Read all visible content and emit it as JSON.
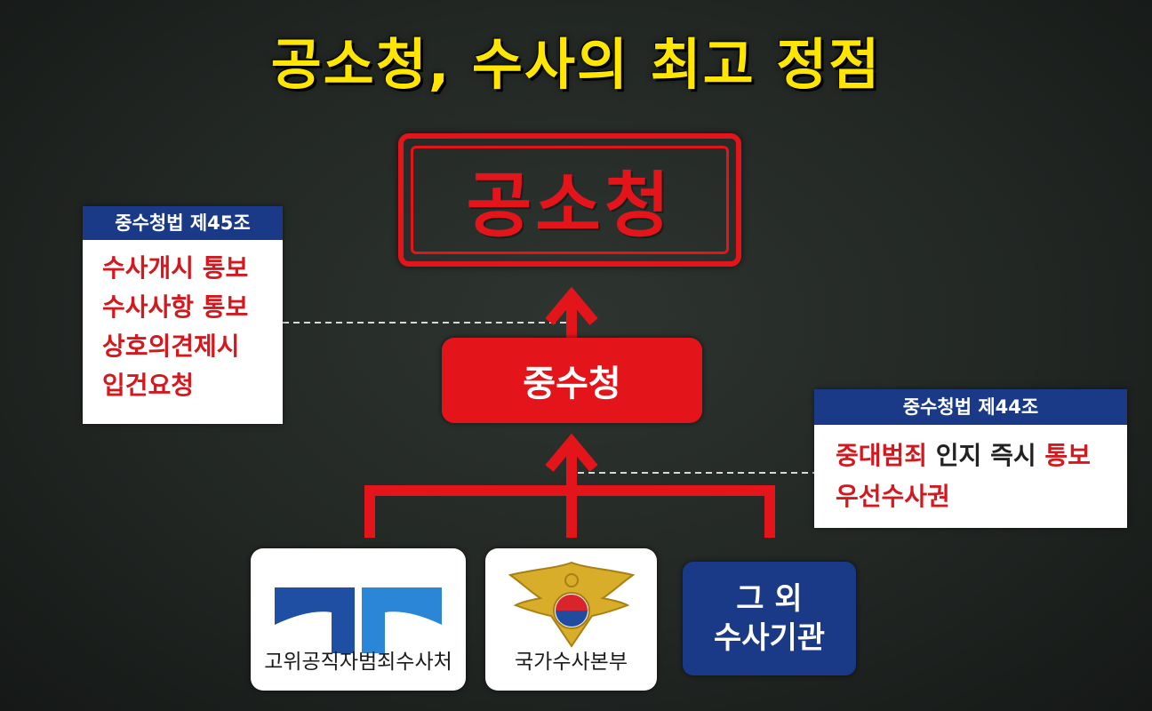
{
  "title": "공소청, 수사의 최고 정점",
  "top_node": {
    "label": "공소청"
  },
  "middle_node": {
    "label": "중수청"
  },
  "law_left": {
    "header": "중수청법 제45조",
    "lines": [
      {
        "part1": "수사개시",
        "part2": " 통보"
      },
      {
        "part1": "수사사항",
        "part2": " 통보"
      },
      {
        "part1": "상호의견제시",
        "part2": ""
      },
      {
        "part1": "입건요청",
        "part2": ""
      }
    ]
  },
  "law_right": {
    "header": "중수청법 제44조",
    "line1": {
      "a": "중대범죄",
      "b": " 인지 즉시 ",
      "c": "통보"
    },
    "line2": "우선수사권"
  },
  "bottom_nodes": [
    {
      "label": "고위공직자범죄수사처",
      "icon": "cio-logo-icon"
    },
    {
      "label": "국가수사본부",
      "icon": "police-emblem-icon"
    },
    {
      "label": "그 외\n수사기관"
    }
  ],
  "colors": {
    "title": "#ffe600",
    "accent_red": "#e3151b",
    "navy": "#1a3a88",
    "background": "#222724"
  }
}
